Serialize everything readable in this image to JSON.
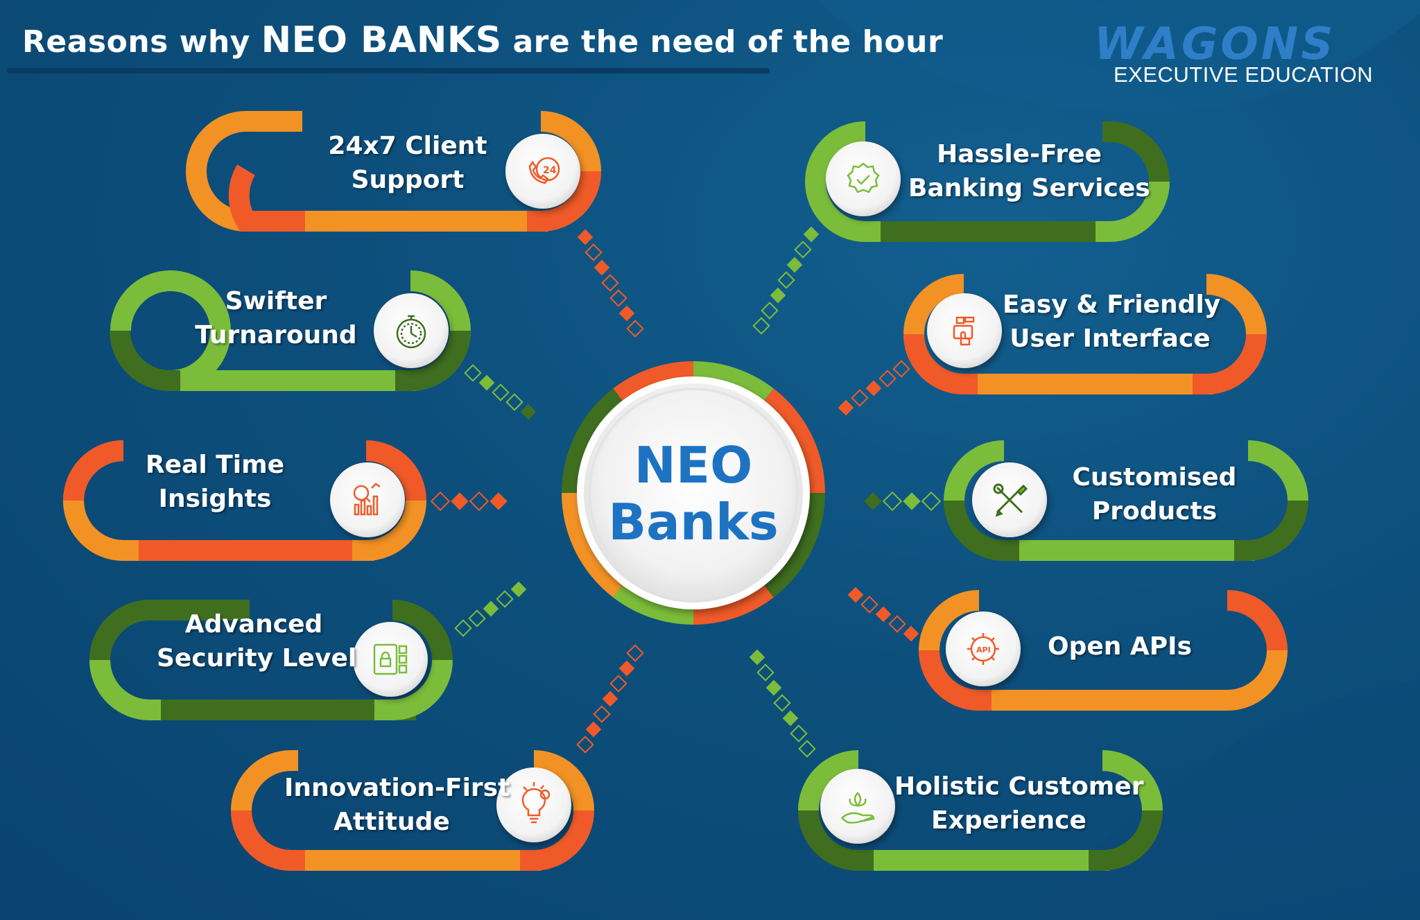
{
  "title": {
    "prefix": "Reasons why",
    "emphasis": "NEO BANKS",
    "suffix": "are the need of the hour"
  },
  "logo": {
    "word": "WAGONS",
    "subtitle": "EXECUTIVE EDUCATION"
  },
  "hub": {
    "line1": "NEO",
    "line2": "Banks"
  },
  "colors": {
    "background": "#0d4f7c",
    "orange": "#f39224",
    "red_orange": "#f05a28",
    "light_green": "#7bbd3a",
    "dark_green": "#3f6e1f",
    "hub_text": "#1d73c2"
  },
  "items": [
    {
      "id": "client-support",
      "icon": "phone-24-icon",
      "line1": "24x7 Client",
      "line2": "Support",
      "palette": "orange",
      "side": "left"
    },
    {
      "id": "swifter-turnaround",
      "icon": "stopwatch-icon",
      "line1": "Swifter",
      "line2": "Turnaround",
      "palette": "green",
      "side": "left"
    },
    {
      "id": "real-time-insights",
      "icon": "analytics-icon",
      "line1": "Real Time",
      "line2": "Insights",
      "palette": "orange",
      "side": "left"
    },
    {
      "id": "advanced-security",
      "icon": "lock-icon",
      "line1": "Advanced",
      "line2": "Security Level",
      "palette": "green",
      "side": "left"
    },
    {
      "id": "innovation-first",
      "icon": "lightbulb-gear-icon",
      "line1": "Innovation-First",
      "line2": "Attitude",
      "palette": "orange",
      "side": "left"
    },
    {
      "id": "hassle-free",
      "icon": "check-badge-icon",
      "line1": "Hassle-Free",
      "line2": "Banking Services",
      "palette": "green",
      "side": "right"
    },
    {
      "id": "easy-friendly-ui",
      "icon": "touch-interface-icon",
      "line1": "Easy & Friendly",
      "line2": "User Interface",
      "palette": "orange",
      "side": "right"
    },
    {
      "id": "customised-products",
      "icon": "tools-icon",
      "line1": "Customised",
      "line2": "Products",
      "palette": "green",
      "side": "right"
    },
    {
      "id": "open-apis",
      "icon": "api-gear-icon",
      "line1": "Open APIs",
      "line2": "",
      "palette": "orange",
      "side": "right"
    },
    {
      "id": "holistic-experience",
      "icon": "hand-lotus-icon",
      "line1": "Holistic Customer",
      "line2": "Experience",
      "palette": "green",
      "side": "right"
    }
  ]
}
